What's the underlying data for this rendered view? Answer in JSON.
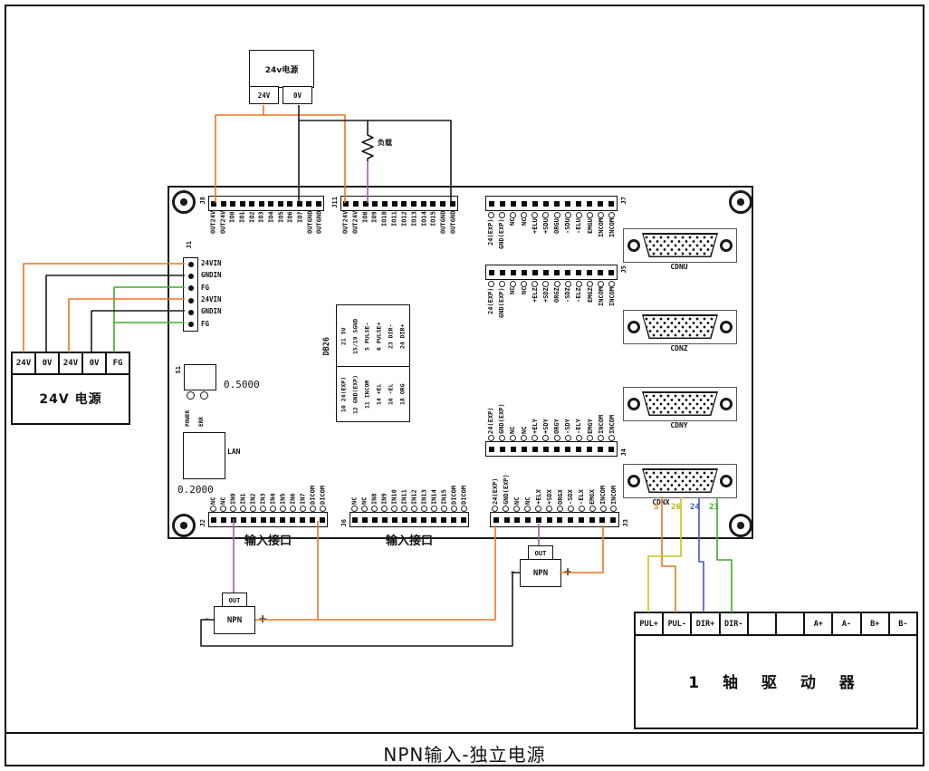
{
  "page_title": "NPN输入-独立电源",
  "top_supply": {
    "label": "24v电源",
    "terminals": [
      "24V",
      "0V"
    ]
  },
  "load_label": "负载",
  "left_supply": {
    "label": "24V 电源",
    "terminals": [
      "24V",
      "0V",
      "24V",
      "0V",
      "FG"
    ]
  },
  "npn_sensor": {
    "out": "OUT",
    "name": "NPN",
    "minus": "-",
    "plus": "+"
  },
  "board": {
    "connectors": {
      "j1": {
        "name": "J1",
        "pins": [
          "24VIN",
          "GNDIN",
          "FG",
          "24VIN",
          "GNDIN",
          "FG"
        ]
      },
      "j8": {
        "name": "J8",
        "pins": [
          "OUT24V",
          "OUT24V",
          "IO0",
          "IO1",
          "IO2",
          "IO3",
          "IO4",
          "IO5",
          "IO6",
          "IO7",
          "OUTGND",
          "OUTGND"
        ]
      },
      "j11": {
        "name": "J11",
        "pins": [
          "OUT24V",
          "OUT24V",
          "IO8",
          "IO9",
          "IO10",
          "IO11",
          "IO12",
          "IO13",
          "IO14",
          "IO15",
          "OUTGND",
          "OUTGND"
        ]
      },
      "j7": {
        "name": "J7",
        "pins": [
          "24(EXP)",
          "GND(EXP)",
          "NC",
          "NC",
          "+ELU",
          "+SDU",
          "ORGU",
          "-SDU",
          "-ELU",
          "EMGU",
          "INCOM",
          "INCOM"
        ]
      },
      "j5": {
        "name": "J5",
        "pins": [
          "24(EXP)",
          "GND(EXP)",
          "NC",
          "NC",
          "+ELZ",
          "+SDZ",
          "ORGZ",
          "-SDZ",
          "-ELZ",
          "EMGZ",
          "INCOM",
          "INCOM"
        ]
      },
      "j4": {
        "name": "J4",
        "pins": [
          "24(EXP)",
          "GND(EXP)",
          "NC",
          "NC",
          "+ELY",
          "+SDY",
          "ORGY",
          "-SDY",
          "-ELY",
          "EMGY",
          "INCOM",
          "INCOM"
        ]
      },
      "j3": {
        "name": "J3",
        "pins": [
          "24(EXP)",
          "GND(EXP)",
          "NC",
          "NC",
          "+ELX",
          "+SDX",
          "ORGX",
          "-SDX",
          "-ELX",
          "EMGX",
          "INCOM",
          "INCOM"
        ]
      },
      "j2": {
        "name": "J2",
        "pins": [
          "NC",
          "NC",
          "IN0",
          "IN1",
          "IN2",
          "IN3",
          "IN4",
          "IN5",
          "IN6",
          "IN7",
          "DICOM",
          "DICOM"
        ]
      },
      "j6": {
        "name": "J6",
        "pins": [
          "NC",
          "NC",
          "IN8",
          "IN9",
          "IN10",
          "IN11",
          "IN12",
          "IN13",
          "IN14",
          "IN15",
          "DICOM",
          "DICOM"
        ]
      }
    },
    "db26": {
      "tag": "DB26",
      "signal_map": [
        "21 5V",
        "15/19 SGND",
        "5 PULSE-",
        "6 PULSE+",
        "23 DIR-",
        "24 DIR+"
      ],
      "io_map": [
        "10 24(EXP)",
        "12 GND(EXP)",
        "11 INCOM",
        "14 +EL",
        "16 -EL",
        "18 ORG"
      ]
    },
    "s1_label": "S1",
    "power_label": "POWER",
    "err_label": "ERR",
    "lan_label": "LAN",
    "dim_a": "0.5000",
    "dim_b": "0.2000",
    "cdn_labels": [
      "CDNU",
      "CDNZ",
      "CDNY",
      "CDNX"
    ],
    "input_caption": "输入接口"
  },
  "wire_numbers": [
    "5",
    "26",
    "24",
    "23"
  ],
  "driver": {
    "terminals": [
      "PUL+",
      "PUL-",
      "DIR+",
      "DIR-",
      "",
      "",
      "A+",
      "A-",
      "B+",
      "B-"
    ],
    "label": "1  轴 驱 动 器"
  },
  "colors": {
    "wire_orange": "#e87722",
    "wire_black": "#1a1a1a",
    "wire_green": "#3fae2a",
    "wire_purple": "#a05ab4",
    "wire_yellow": "#c9c219",
    "wire_blue": "#4857c8"
  }
}
